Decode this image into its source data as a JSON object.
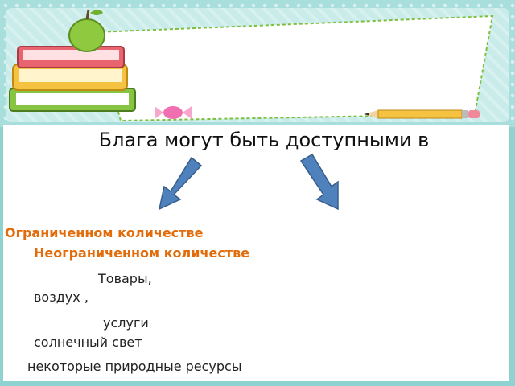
{
  "slide": {
    "title": "Блага могут быть доступными в",
    "left_heading": "Ограниченном количестве",
    "right_heading": "Неограниченном количестве",
    "left_items": [
      "Товары,",
      "услуги"
    ],
    "right_items": [
      "воздух ,",
      "солнечный свет",
      "некоторые природные ресурсы"
    ]
  },
  "decor": {
    "books_apple_icon": "books-with-apple",
    "candy_icon": "wrapped-candy",
    "pencil_icon": "pencil",
    "arrow_color": "#4f81bd",
    "heading_color": "#e36c0a"
  }
}
